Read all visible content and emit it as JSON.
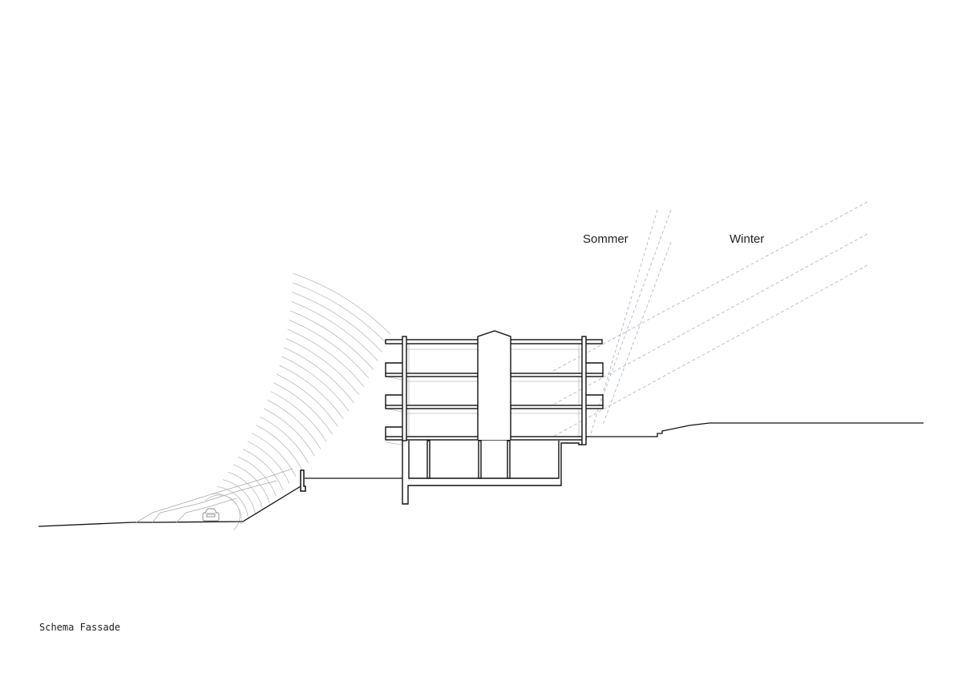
{
  "labels": {
    "summer": "Sommer",
    "winter": "Winter"
  },
  "caption": "Schema Fassade",
  "colors": {
    "structure": "#111111",
    "light_lines": "#b8b8b8",
    "sun_lines": "#aab0c0"
  }
}
